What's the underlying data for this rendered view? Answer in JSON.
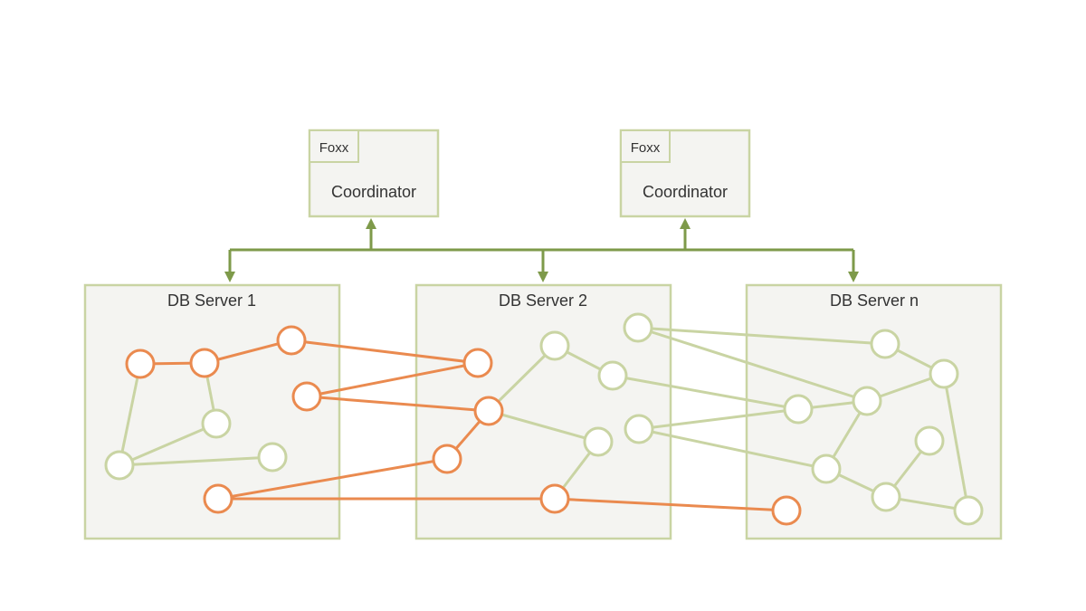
{
  "coordinators": [
    {
      "tag": "Foxx",
      "label": "Coordinator"
    },
    {
      "tag": "Foxx",
      "label": "Coordinator"
    }
  ],
  "servers": [
    {
      "label": "DB Server 1"
    },
    {
      "label": "DB Server 2"
    },
    {
      "label": "DB Server n"
    }
  ],
  "colors": {
    "box_fill": "#f4f4f1",
    "box_stroke": "#c9d4a3",
    "connector": "#7e9a4a",
    "graph_green": "#c9d4a3",
    "graph_orange": "#ea8a4f"
  }
}
